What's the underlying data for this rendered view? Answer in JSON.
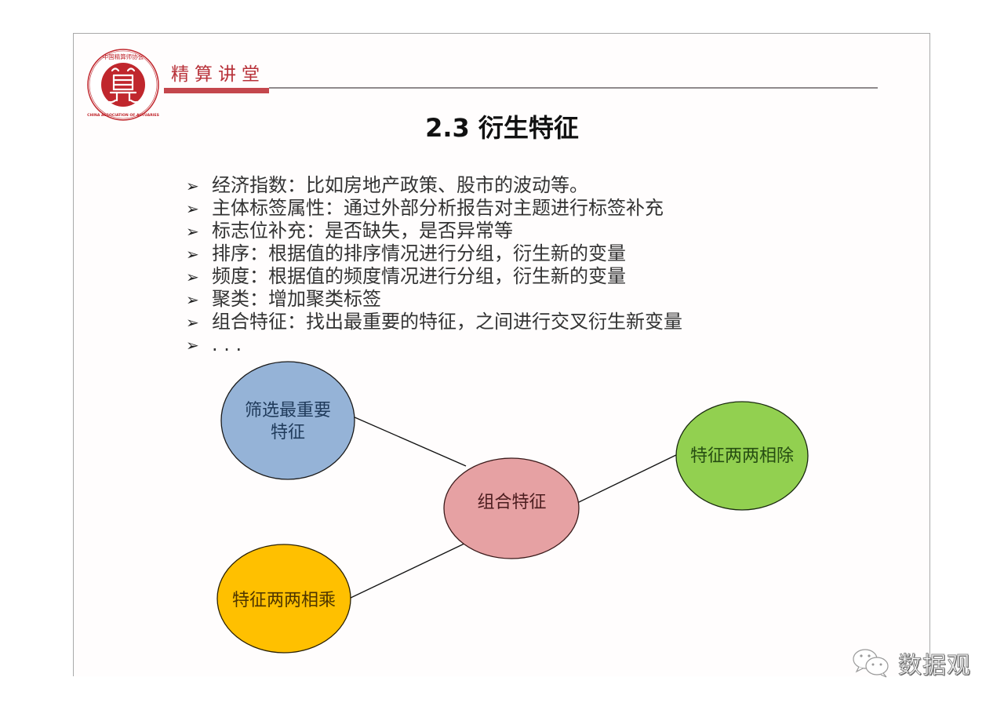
{
  "header": {
    "logo": {
      "ring_top_text": "中国精算师协会",
      "ring_bottom_text": "CHINA ASSOCIATION OF ACTUARIES",
      "emblem_char": "算",
      "color": "#c0272d"
    },
    "title": "精算讲堂",
    "accent_color": "#c4474d"
  },
  "slide": {
    "title": "2.3 衍生特征",
    "bullet_icon": "arrow-bullet-icon",
    "bullets": [
      "经济指数：比如房地产政策、股市的波动等。",
      "主体标签属性：通过外部分析报告对主题进行标签补充",
      "标志位补充：是否缺失，是否异常等",
      "排序：根据值的排序情况进行分组，衍生新的变量",
      "频度：根据值的频度情况进行分组，衍生新的变量",
      "聚类：增加聚类标签",
      "组合特征：找出最重要的特征，之间进行交叉衍生新变量",
      ". . ."
    ]
  },
  "diagram": {
    "nodes": [
      {
        "id": "select",
        "label_lines": [
          "筛选最重要",
          "特征"
        ],
        "fill": "#95b3d7",
        "text_color": "#1f3a5a"
      },
      {
        "id": "combine",
        "label_lines": [
          "组合特征"
        ],
        "fill": "#e6a1a3",
        "text_color": "#4a1c1e"
      },
      {
        "id": "divide",
        "label_lines": [
          "特征两两相除"
        ],
        "fill": "#92d050",
        "text_color": "#264d12"
      },
      {
        "id": "multiply",
        "label_lines": [
          "特征两两相乘"
        ],
        "fill": "#ffc000",
        "text_color": "#4d3500"
      }
    ],
    "edges": [
      {
        "from": "select",
        "to": "combine"
      },
      {
        "from": "combine",
        "to": "divide"
      },
      {
        "from": "multiply",
        "to": "combine"
      }
    ]
  },
  "watermark": {
    "icon": "wechat-icon",
    "text": "数据观"
  }
}
